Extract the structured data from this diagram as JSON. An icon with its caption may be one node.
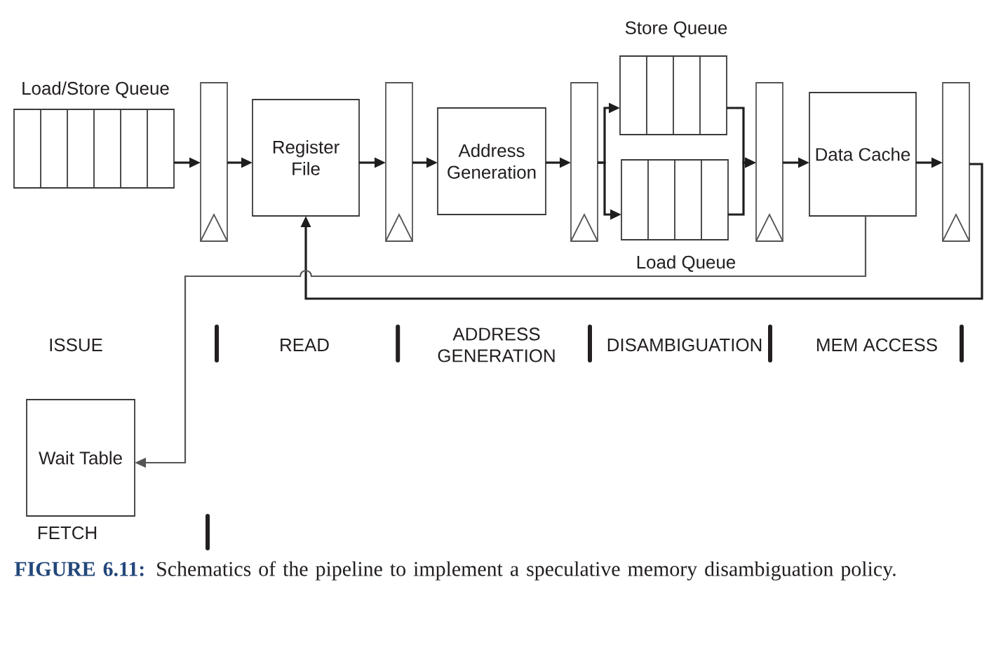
{
  "diagram": {
    "caption": "**FIGURE 6.11:** Schematics of the pipeline to implement a speculative memory disambiguation policy.",
    "nodes": [
      {
        "text": [
          "Load/Store Queue"
        ]
      },
      {
        "text": [],
        "shape": "bar"
      },
      {
        "text": [
          "Register File"
        ]
      },
      {
        "text": [],
        "shape": "bar"
      },
      {
        "text": [
          "Address Generation"
        ]
      },
      {
        "text": [],
        "shape": "bar"
      },
      {
        "text": [
          "Store Queue"
        ]
      },
      {
        "text": [
          "Load Queue"
        ]
      },
      {
        "text": [],
        "shape": "bar"
      },
      {
        "text": [
          "Data Cache"
        ]
      },
      {
        "text": [],
        "shape": "bar"
      },
      {
        "text": [
          "Wait Table"
        ]
      }
    ],
    "edges": [
      {
        "from": 0,
        "to": 1,
        "arrow": "to"
      },
      {
        "from": 1,
        "to": 2,
        "arrow": "to"
      },
      {
        "from": 2,
        "to": 3,
        "arrow": "to"
      },
      {
        "from": 3,
        "to": 4,
        "arrow": "to"
      },
      {
        "from": 4,
        "to": 5,
        "arrow": "to"
      },
      {
        "from": 5,
        "to": 6,
        "arrow": "to"
      },
      {
        "from": 5,
        "to": 7,
        "arrow": "to"
      },
      {
        "from": 6,
        "to": 8,
        "arrow": "to"
      },
      {
        "from": 7,
        "to": 8,
        "arrow": "to"
      },
      {
        "from": 8,
        "to": 9,
        "arrow": "to"
      },
      {
        "from": 9,
        "to": 10,
        "arrow": "to"
      },
      {
        "from": 10,
        "to": 2,
        "arrow": "to"
      },
      {
        "from": 9,
        "to": 11,
        "arrow": "to",
        "color": "#555555"
      }
    ],
    "labels": [
      "ISSUE",
      "READ",
      "ADDRESS GENERATION",
      "DISAMBIGUATION",
      "MEM ACCESS",
      "FETCH"
    ]
  }
}
